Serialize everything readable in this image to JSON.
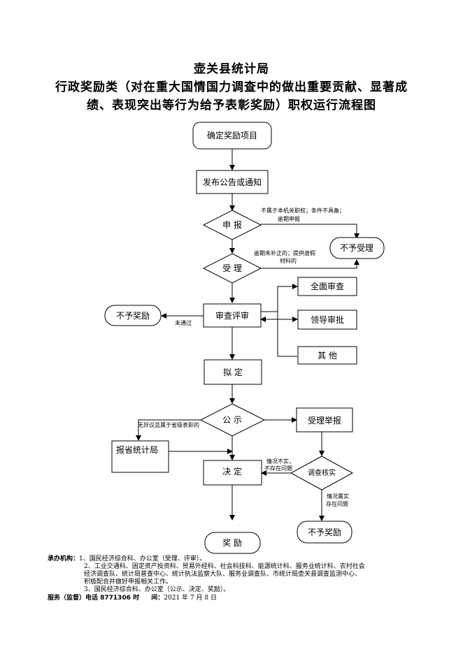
{
  "header": {
    "org": "壶关县统计局",
    "title_line1": "行政奖励类（对在重大国情国力调查中的做出重要贡献、显著成",
    "title_line2": "绩、表现突出等行为给予表彰奖励）职权运行流程图"
  },
  "nodes": {
    "confirm_item": "确定奖励项目",
    "publish_notice": "发布公告或通知",
    "apply": "申 报",
    "reject_accept": "不予受理",
    "accept": "受 理",
    "full_review": "全面审查",
    "review": "审查评审",
    "no_reward_left": "不予奖励",
    "leader_approve": "领导审批",
    "other": "其 他",
    "draft": "拟 定",
    "publicize": "公 示",
    "accept_report": "受理举报",
    "report_province": "报省统计局",
    "decide": "决 定",
    "investigate": "调查核实",
    "no_reward_right": "不予奖励",
    "reward": "奖 励"
  },
  "notes": {
    "not_authority_1": "不属于本机关职权；条件不具备；",
    "not_authority_2": "逾期申报",
    "overdue_1": "逾期未补正的；提供虚假",
    "overdue_2": "材料的",
    "not_passed": "未通过",
    "no_objection": "无异议且属于省级表彰的",
    "untrue_1": "情况不实，",
    "untrue_2": "不存在问题",
    "true_1": "情况属实",
    "true_2": "存在问题"
  },
  "footer": {
    "label_org": "承办机构：",
    "line1": "1、国民经济综合科、办公室（受理、评审）。",
    "line2a": "2、工业交通科、固定资产投资科、贸易外经科、社会科技科、能源统计科、服务业统计科、农村社会",
    "line2b": "经济调查队、统计局普查中心、统计执法监察大队、服务业调查队、市统计局壶关县调查监测中心、",
    "line2c": "积极配合并做好申报相关工作。",
    "line3": "3、国民经济综合科、办公室（公示、决定、奖励）。",
    "label_service": "服务（监督）电话 8771306 时",
    "label_time": "间：",
    "date": "2021 年 7 月 8 日"
  }
}
